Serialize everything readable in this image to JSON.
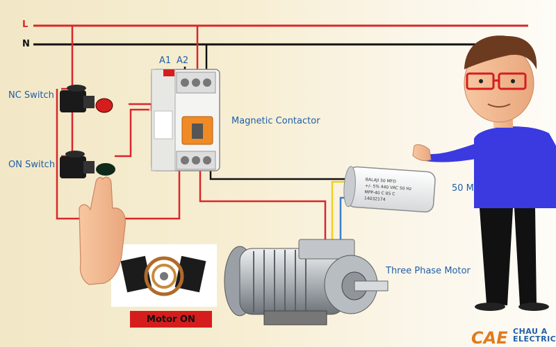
{
  "labels": {
    "line": "L",
    "neutral": "N",
    "a1": "A1",
    "a2": "A2",
    "nc_switch": "NC Switch",
    "on_switch": "ON Switch",
    "contactor": "Magnetic Contactor",
    "capacitor_partial": "50 M",
    "motor": "Three  Phase Motor",
    "motor_on": "Motor ON"
  },
  "capacitor_print": [
    "BALAJI 50 MFD",
    "+/- 5%   440 VAC 50 Hz",
    "MPP-40  C 85 C",
    "14032174"
  ],
  "logo": {
    "line1": "CHAU A",
    "line2": "ELECTRIC",
    "mark": "CAE"
  },
  "colors": {
    "line_wire": "#d9262a",
    "neutral_wire": "#111111",
    "phase_yellow": "#f0d020",
    "phase_blue": "#3a7fd0",
    "label_blue": "#1f5fa8",
    "shirt": "#3a3ae0",
    "button_red": "#d51d1d"
  }
}
